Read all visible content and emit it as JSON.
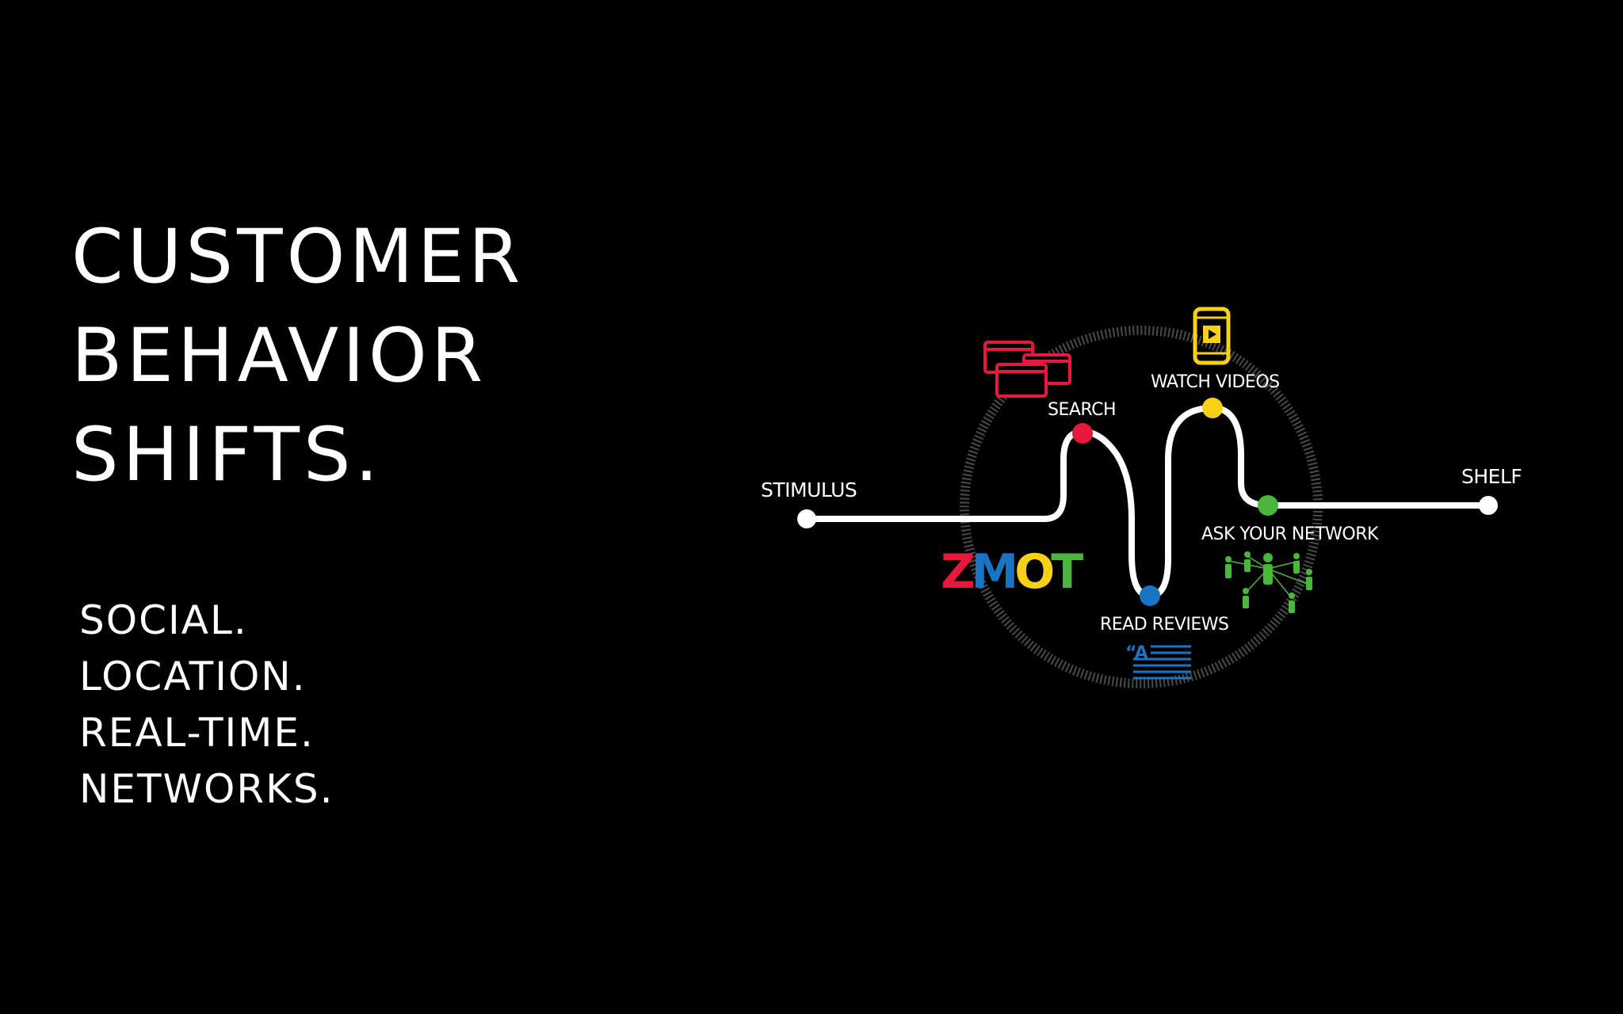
{
  "headline": {
    "lines": [
      "CUSTOMER",
      "BEHAVIOR",
      "SHIFTS."
    ]
  },
  "bullets": [
    "SOCIAL.",
    "LOCATION.",
    "REAL-TIME.",
    "NETWORKS."
  ],
  "diagram": {
    "nodes": {
      "stimulus": "STIMULUS",
      "search": "SEARCH",
      "watch_videos": "WATCH VIDEOS",
      "read_reviews": "READ REVIEWS",
      "ask_network": "ASK YOUR NETWORK",
      "shelf": "SHELF"
    },
    "logo": {
      "letters": [
        "Z",
        "M",
        "O",
        "T"
      ],
      "colors": [
        "#e8183c",
        "#1a74c4",
        "#f7d116",
        "#4ab63c"
      ]
    },
    "review_icon_text": "“A",
    "colors": {
      "path": "#ffffff",
      "search": "#e8183c",
      "watch_videos": "#f7d116",
      "read_reviews": "#1a74c4",
      "ask_network": "#4ab63c",
      "dial": "#4a4a4a"
    }
  }
}
